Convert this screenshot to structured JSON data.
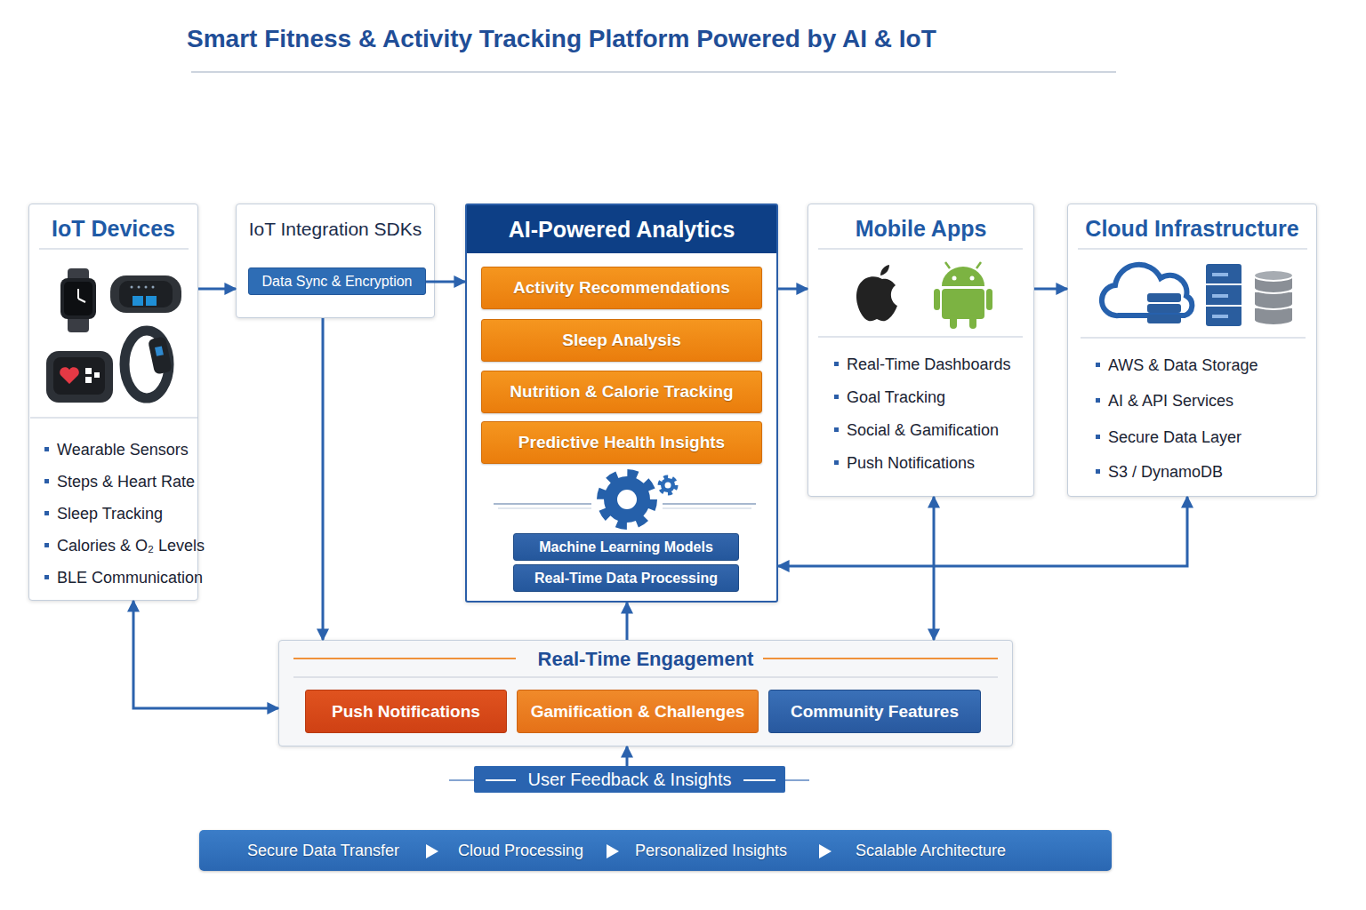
{
  "diagram": {
    "title": "Smart Fitness & Activity Tracking Platform Powered by AI & IoT",
    "nodes": [
      {
        "text": [
          "IoT Devices",
          "Wearable Sensors",
          "Steps & Heart Rate",
          "Sleep Tracking",
          "Calories & O₂ Levels",
          "BLE Communication"
        ]
      },
      {
        "text": [
          "IoT Integration SDKs"
        ]
      },
      {
        "text": [
          "Data Sync & Encryption"
        ],
        "in": 1
      },
      {
        "text": [
          "AI-Powered Analytics"
        ]
      },
      {
        "text": [
          "Activity Recommendations"
        ],
        "in": 3
      },
      {
        "text": [
          "Sleep Analysis"
        ],
        "in": 3
      },
      {
        "text": [
          "Nutrition & Calorie Tracking"
        ],
        "in": 3
      },
      {
        "text": [
          "Predictive Health Insights"
        ],
        "in": 3
      },
      {
        "text": [
          "Machine Learning Models"
        ],
        "in": 3
      },
      {
        "text": [
          "Real-Time Data Processing"
        ],
        "in": 3
      },
      {
        "text": [
          "Mobile Apps",
          "Real-Time Dashboards",
          "Goal Tracking",
          "Social & Gamification",
          "Push Notifications"
        ]
      },
      {
        "text": [
          "Cloud Infrastructure",
          "AWS & Data Storage",
          "AI & API Services",
          "Secure Data Layer",
          "S3 / DynamoDB"
        ]
      },
      {
        "text": [
          "Real-Time Engagement"
        ]
      },
      {
        "text": [
          "Push Notifications"
        ],
        "in": 12
      },
      {
        "text": [
          "Gamification & Challenges"
        ],
        "in": 12
      },
      {
        "text": [
          "Community Features"
        ],
        "in": 12
      },
      {
        "text": [
          "User Feedback & Insights"
        ]
      },
      {
        "text": [
          "Secure Data Transfer",
          "Cloud Processing",
          "Personalized Insights",
          "Scalable Architecture"
        ]
      }
    ],
    "edges": [
      {
        "from": 0,
        "to": 1,
        "arrow": "to"
      },
      {
        "from": 2,
        "to": 3,
        "arrow": "to"
      },
      {
        "from": 3,
        "to": 10,
        "arrow": "to"
      },
      {
        "from": 10,
        "to": 11,
        "arrow": "to"
      },
      {
        "from": 1,
        "to": 12,
        "arrow": "to"
      },
      {
        "from": 0,
        "to": 12,
        "arrow": "both"
      },
      {
        "from": 12,
        "to": 3,
        "arrow": "to"
      },
      {
        "from": 10,
        "to": 12,
        "arrow": "both"
      },
      {
        "from": 11,
        "to": 3,
        "arrow": "both"
      },
      {
        "from": 16,
        "to": 12,
        "arrow": "to"
      }
    ]
  }
}
